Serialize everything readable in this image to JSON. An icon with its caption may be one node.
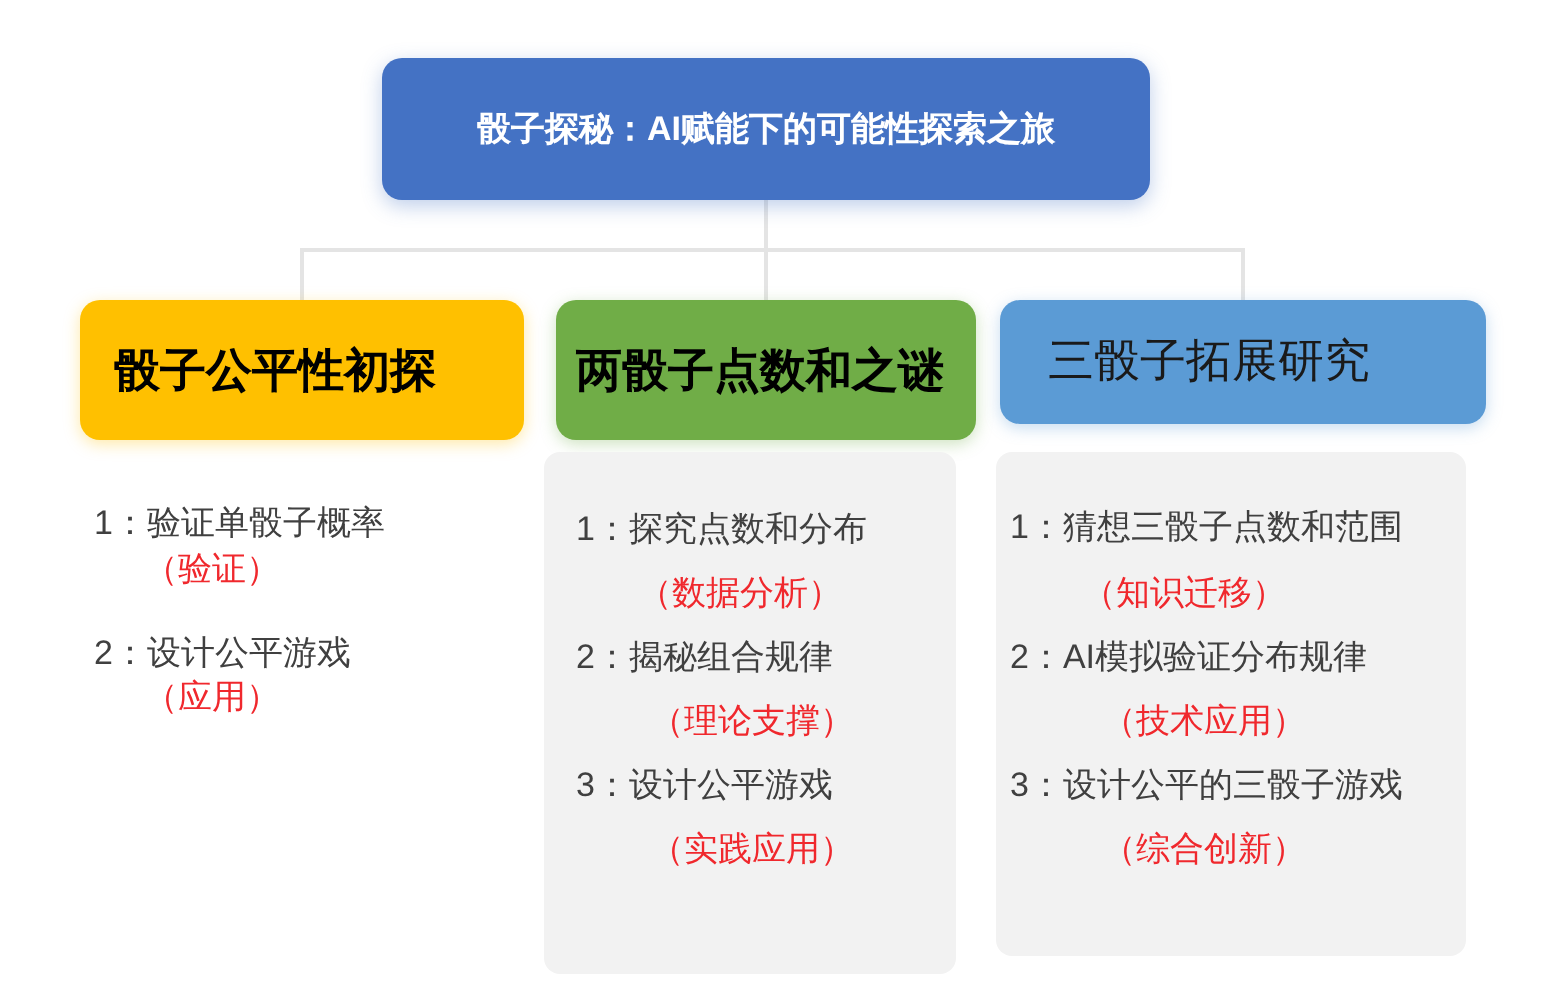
{
  "diagram": {
    "nodes": [
      {
        "text": [
          "骰子探秘：AI赋能下的可能性探索之旅"
        ]
      },
      {
        "text": [
          "骰子公平性初探"
        ]
      },
      {
        "text": [
          "两骰子点数和之谜"
        ]
      },
      {
        "text": [
          "三骰子拓展研究"
        ]
      },
      {
        "text": [
          "1：探究点数和分布",
          "（数据分析）",
          "2：揭秘组合规律",
          "（理论支撑）",
          "3：设计公平游戏",
          "（实践应用）"
        ]
      },
      {
        "text": [
          "1：猜想三骰子点数和范围",
          "（知识迁移）",
          "2：AI模拟验证分布规律",
          "（技术应用）",
          "3：设计公平的三骰子游戏",
          "（综合创新）"
        ]
      }
    ],
    "edges": [
      {
        "from": 0,
        "to": 1,
        "arrow": "none"
      },
      {
        "from": 0,
        "to": 2,
        "arrow": "none"
      },
      {
        "from": 0,
        "to": 3,
        "arrow": "none"
      }
    ],
    "labels": [
      "1：验证单骰子概率",
      "（验证）",
      "2：设计公平游戏",
      "（应用）"
    ]
  }
}
